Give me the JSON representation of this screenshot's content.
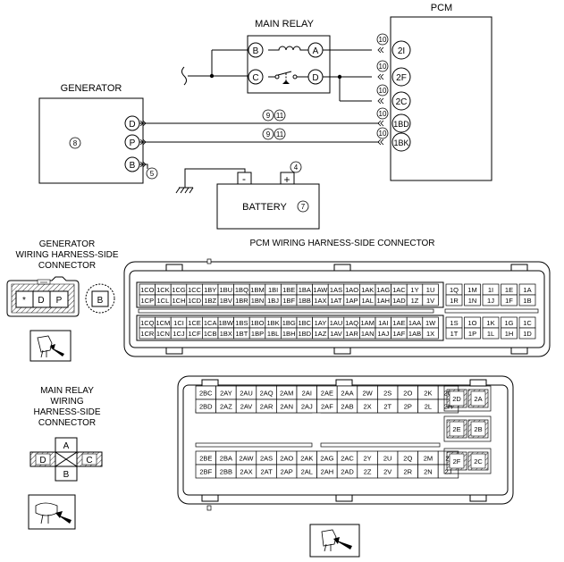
{
  "titles": {
    "main_relay": "MAIN RELAY",
    "pcm": "PCM",
    "generator": "GENERATOR",
    "battery": "BATTERY",
    "gen_conn": [
      "GENERATOR",
      "WIRING HARNESS-SIDE",
      "CONNECTOR"
    ],
    "pcm_conn": "PCM WIRING HARNESS-SIDE CONNECTOR",
    "relay_conn": [
      "MAIN RELAY",
      "WIRING",
      "HARNESS-SIDE",
      "CONNECTOR"
    ]
  },
  "relay_terminals": {
    "b": "B",
    "a": "A",
    "c": "C",
    "d": "D"
  },
  "pcm_pins": [
    "2I",
    "2F",
    "2C",
    "1BD",
    "1BK"
  ],
  "gen_terms": [
    "D",
    "P",
    "B"
  ],
  "battery_terms": {
    "neg": "-",
    "pos": "+"
  },
  "callouts": {
    "pcm_conn": "10",
    "gen_body": "8",
    "d_wire": [
      "9",
      "11"
    ],
    "p_wire": [
      "9",
      "11"
    ],
    "gen_b": "5",
    "bat_pos": "4",
    "battery": "7"
  },
  "gen_connector_cells": [
    "*",
    "D",
    "P"
  ],
  "gen_connector_b": "B",
  "relay_connector": {
    "top": "A",
    "bottom": "B",
    "left": "D",
    "right": "C"
  },
  "pcm1_left_rows": [
    [
      "1CO",
      "1CK",
      "1CG",
      "1CC",
      "1BY",
      "1BU",
      "1BQ",
      "1BM",
      "1BI",
      "1BE",
      "1BA",
      "1AW",
      "1AS",
      "1AO",
      "1AK",
      "1AG",
      "1AC",
      "1Y",
      "1U"
    ],
    [
      "1CP",
      "1CL",
      "1CH",
      "1CD",
      "1BZ",
      "1BV",
      "1BR",
      "1BN",
      "1BJ",
      "1BF",
      "1BB",
      "1AX",
      "1AT",
      "1AP",
      "1AL",
      "1AH",
      "1AD",
      "1Z",
      "1V"
    ],
    [
      "1CQ",
      "1CM",
      "1CI",
      "1CE",
      "1CA",
      "1BW",
      "1BS",
      "1BO",
      "1BK",
      "1BG",
      "1BC",
      "1AY",
      "1AU",
      "1AQ",
      "1AM",
      "1AI",
      "1AE",
      "1AA",
      "1W"
    ],
    [
      "1CR",
      "1CN",
      "1CJ",
      "1CF",
      "1CB",
      "1BX",
      "1BT",
      "1BP",
      "1BL",
      "1BH",
      "1BD",
      "1AZ",
      "1AV",
      "1AR",
      "1AN",
      "1AJ",
      "1AF",
      "1AB",
      "1X"
    ]
  ],
  "pcm1_right_rows": [
    [
      "1Q",
      "1M",
      "1I",
      "1E",
      "1A"
    ],
    [
      "1R",
      "1N",
      "1J",
      "1F",
      "1B"
    ],
    [
      "1S",
      "1O",
      "1K",
      "1G",
      "1C"
    ],
    [
      "1T",
      "1P",
      "1L",
      "1H",
      "1D"
    ]
  ],
  "pcm2_rows": [
    [
      "2BC",
      "2AY",
      "2AU",
      "2AQ",
      "2AM",
      "2AI",
      "2AE",
      "2AA",
      "2W",
      "2S",
      "2O",
      "2K",
      "2G"
    ],
    [
      "2BD",
      "2AZ",
      "2AV",
      "2AR",
      "2AN",
      "2AJ",
      "2AF",
      "2AB",
      "2X",
      "2T",
      "2P",
      "2L",
      "2H"
    ],
    [
      "2BE",
      "2BA",
      "2AW",
      "2AS",
      "2AO",
      "2AK",
      "2AG",
      "2AC",
      "2Y",
      "2U",
      "2Q",
      "2M",
      "2I"
    ],
    [
      "2BF",
      "2BB",
      "2AX",
      "2AT",
      "2AP",
      "2AL",
      "2AH",
      "2AD",
      "2Z",
      "2V",
      "2R",
      "2N",
      "2J"
    ]
  ],
  "pcm2_right_pairs": [
    [
      "2D",
      "2A"
    ],
    [
      "2E",
      "2B"
    ],
    [
      "2F",
      "2C"
    ]
  ]
}
